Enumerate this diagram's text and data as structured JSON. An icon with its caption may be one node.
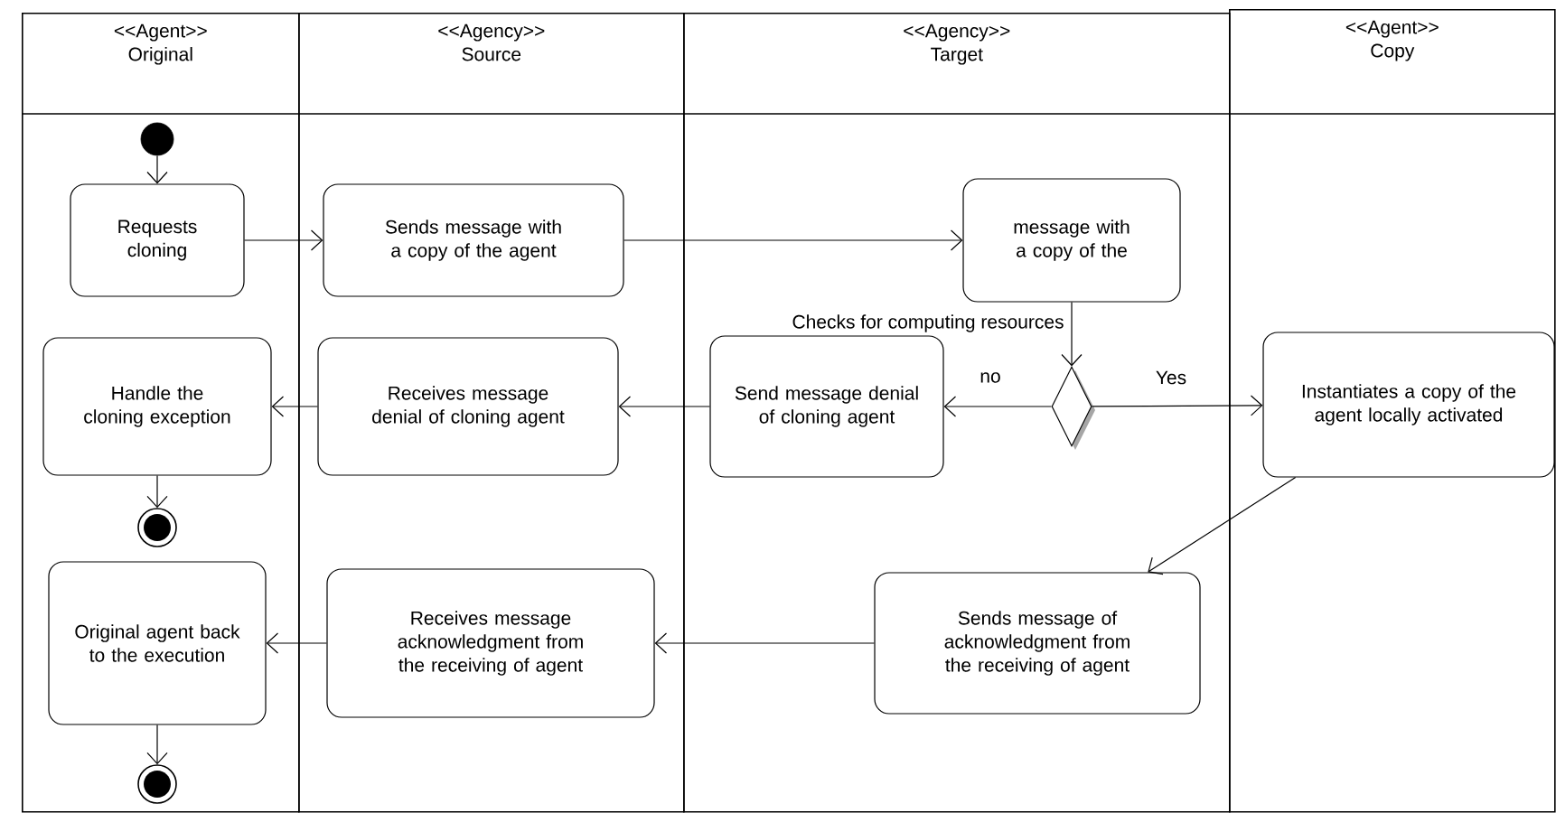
{
  "diagram": {
    "nodes": [
      {
        "text": [
          "<<Agent>>",
          "Original"
        ]
      },
      {
        "text": [
          "<<Agency>>",
          "Source"
        ]
      },
      {
        "text": [
          "<<Agency>>",
          "Target"
        ]
      },
      {
        "text": [
          "<<Agent>>",
          "Copy"
        ]
      },
      {
        "text": [],
        "shape": "circle",
        "in": 0
      },
      {
        "text": [
          "Requests cloning"
        ],
        "in": 0
      },
      {
        "text": [
          "Sends message with a copy of the agent"
        ],
        "in": 1
      },
      {
        "text": [
          "message with a copy of the"
        ],
        "in": 2
      },
      {
        "text": [],
        "shape": "diamond",
        "in": 2
      },
      {
        "text": [
          "Send message denial of cloning agent"
        ],
        "in": 2
      },
      {
        "text": [
          "Receives message denial of cloning agent"
        ],
        "in": 1
      },
      {
        "text": [
          "Handle the cloning exception"
        ],
        "in": 0
      },
      {
        "text": [],
        "shape": "bullseye",
        "in": 0
      },
      {
        "text": [
          "Instantiates a copy of the agent locally activated"
        ],
        "in": 3
      },
      {
        "text": [
          "Sends message of acknowledgment from the receiving of agent"
        ],
        "in": 2
      },
      {
        "text": [
          "Receives message acknowledgment from the receiving of agent"
        ],
        "in": 1
      },
      {
        "text": [
          "Original agent back to the execution"
        ],
        "in": 0
      },
      {
        "text": [],
        "shape": "bullseye",
        "in": 0
      }
    ],
    "edges": [
      {
        "from": 4,
        "to": 5,
        "arrow": "to"
      },
      {
        "from": 5,
        "to": 6,
        "arrow": "to"
      },
      {
        "from": 6,
        "to": 7,
        "arrow": "to"
      },
      {
        "from": 7,
        "to": 8,
        "arrow": "to"
      },
      {
        "from": 8,
        "to": 9,
        "arrow": "to",
        "label": "no"
      },
      {
        "from": 8,
        "to": 13,
        "arrow": "to",
        "label": "Yes"
      },
      {
        "from": 9,
        "to": 10,
        "arrow": "to"
      },
      {
        "from": 10,
        "to": 11,
        "arrow": "to"
      },
      {
        "from": 11,
        "to": 12,
        "arrow": "to"
      },
      {
        "from": 13,
        "to": 14,
        "arrow": "to"
      },
      {
        "from": 14,
        "to": 15,
        "arrow": "to"
      },
      {
        "from": 15,
        "to": 16,
        "arrow": "to"
      },
      {
        "from": 16,
        "to": 17,
        "arrow": "to"
      }
    ],
    "labels": [
      "Checks for computing resources"
    ]
  }
}
